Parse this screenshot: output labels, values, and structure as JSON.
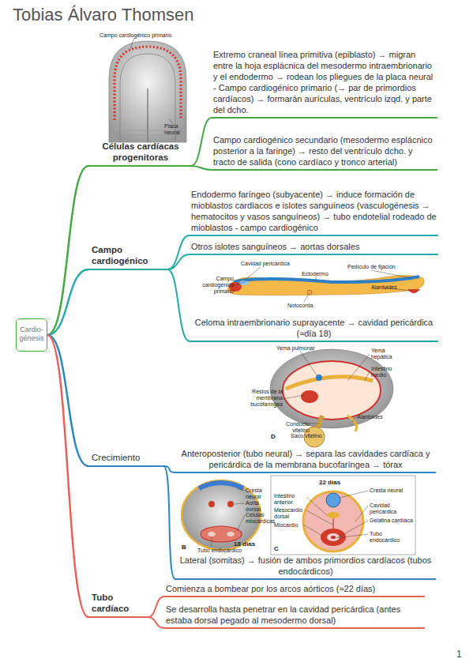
{
  "diagram": {
    "title": "Tobias Álvaro Thomsen",
    "nodes": [
      {
        "text": [
          "Cardio- génesis"
        ]
      },
      {
        "text": [
          "Células cardíacas progenitoras"
        ]
      },
      {
        "text": [
          "Extremo craneal línea primitiva (epiblasto) → migran entre la hoja esplácnica del mesodermo intraembrionario y el endodermo → rodean los pliegues de la placa neural - Campo cardiogénico primario (→ par de primordios cardíacos) → formarán aurículas, ventrículo izqd. y parte del dcho."
        ]
      },
      {
        "text": [
          "Campo cardiogénico secundario (mesodermo esplácnico posterior a la faringe) → resto del ventrículo dcho. y tracto de salida (cono cardíaco y tronco arterial)"
        ]
      },
      {
        "text": [
          "Campo cardiogénico"
        ]
      },
      {
        "text": [
          "Endodermo faríngeo (subyacente) → induce formación de mioblastos cardíacos e islotes sanguíneos (vasculogénesis → hematocitos y vasos sanguíneos) → tubo endotelial rodeado de mioblastos - campo cardiogénico"
        ]
      },
      {
        "text": [
          "Otros islotes sanguíneos → aortas dorsales"
        ]
      },
      {
        "text": [
          "Celoma intraembrionario suprayacente → cavidad pericárdica (≈día 18)"
        ]
      },
      {
        "text": [
          "Crecimiento"
        ]
      },
      {
        "text": [
          "Anteroposterior (tubo neural) → separa las cavidades cardíaca y pericárdica de la membrana bucofaríngea → tórax"
        ]
      },
      {
        "text": [
          "Lateral (somitas) → fusión de ambos primordios cardíacos (tubos endocárdicos)"
        ]
      },
      {
        "text": [
          "Tubo cardíaco"
        ]
      },
      {
        "text": [
          "Comienza a bombear por los arcos aórticos (≈22 días)"
        ]
      },
      {
        "text": [
          "Se desarrolla hasta penetrar en la cavidad pericárdica (antes estaba dorsal pegado al mesodermo dorsal)"
        ]
      }
    ],
    "edges": [
      {
        "from": 0,
        "to": 1,
        "arrow": "none"
      },
      {
        "from": 0,
        "to": 4,
        "arrow": "none"
      },
      {
        "from": 0,
        "to": 8,
        "arrow": "none"
      },
      {
        "from": 0,
        "to": 11,
        "arrow": "none"
      },
      {
        "from": 1,
        "to": 2,
        "arrow": "none"
      },
      {
        "from": 1,
        "to": 3,
        "arrow": "none"
      },
      {
        "from": 4,
        "to": 5,
        "arrow": "none"
      },
      {
        "from": 4,
        "to": 6,
        "arrow": "none"
      },
      {
        "from": 4,
        "to": 7,
        "arrow": "none"
      },
      {
        "from": 8,
        "to": 9,
        "arrow": "none"
      },
      {
        "from": 8,
        "to": 10,
        "arrow": "none"
      },
      {
        "from": 11,
        "to": 12,
        "arrow": "none"
      },
      {
        "from": 11,
        "to": 13,
        "arrow": "none"
      }
    ],
    "labels": [
      "Campo cardiogénico primario",
      "Placa neural",
      "Cavidad pericárdica",
      "Ectodermo",
      "Pedículo de fijación",
      "Campo cardiogénico primario",
      "Alantoides",
      "Notocorda",
      "Yema pulmonar",
      "Yema hepática",
      "Intestino medio",
      "Restos de la membrana bucofaríngea",
      "Alantoides",
      "Conducto vitelino",
      "Saco vitelino",
      "D",
      "Cresta neural",
      "Aorta dorsal",
      "Células miocárdicas",
      "18 días",
      "Tubo endocárdico",
      "B",
      "22 días",
      "Intestino anterior",
      "Mesocardio dorsal",
      "Miocardio",
      "Cresta neural",
      "Cavidad pericárdica",
      "Gelatina cardíaca",
      "Tubo endocárdico",
      "C",
      "1"
    ]
  }
}
